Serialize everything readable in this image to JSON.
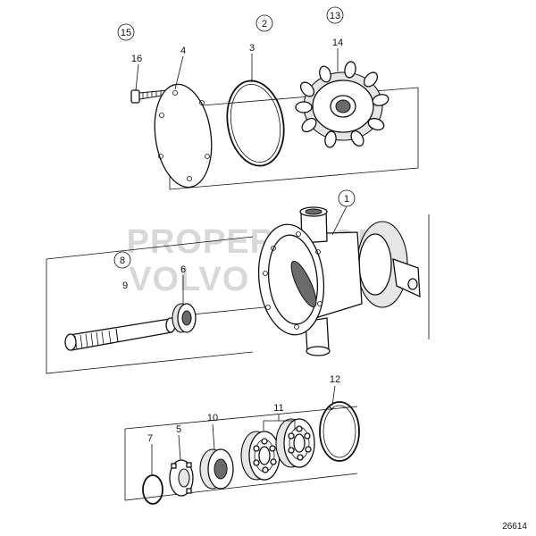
{
  "diagram": {
    "watermark_line1": "PROPERTY OF",
    "watermark_line2": "VOLVO PENTA",
    "reference_number": "26614",
    "callouts": {
      "c1": "1",
      "c2": "2",
      "c3": "3",
      "c4": "4",
      "c5": "5",
      "c6": "6",
      "c7": "7",
      "c8": "8",
      "c9": "9",
      "c10": "10",
      "c11": "11",
      "c12": "12",
      "c13": "13",
      "c14": "14",
      "c15": "15",
      "c16": "16"
    }
  }
}
